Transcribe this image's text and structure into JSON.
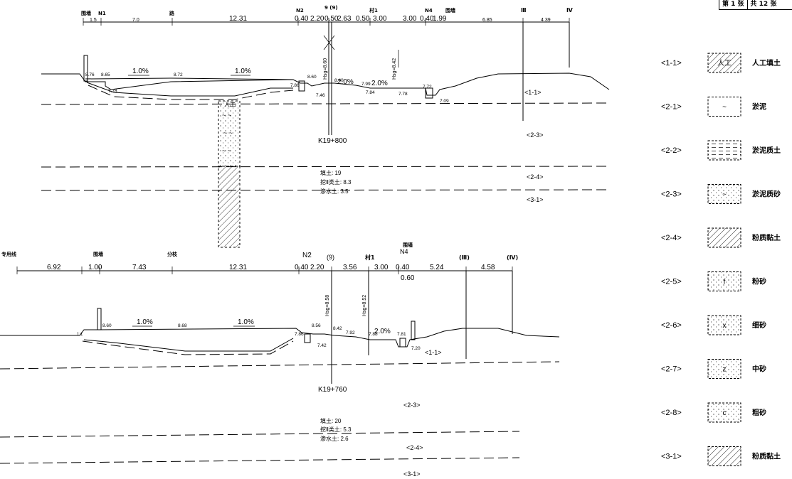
{
  "sheet": {
    "label": "第 1 张",
    "total": "共 12 张"
  },
  "top": {
    "dims": [
      "1.5",
      "7.0",
      "12.31",
      "0.40",
      "2.20",
      "0.50",
      "2.63",
      "0.50",
      "3.00",
      "3.00",
      "0.40",
      "1.99",
      "6.85",
      "4.39"
    ],
    "point_labels": [
      "围墙",
      "N1",
      "路",
      "N2",
      "9 (9)",
      "村1",
      "N4",
      "围墙",
      "Ⅲ",
      "Ⅳ"
    ],
    "elev": [
      "8.76",
      "8.65",
      "8.72",
      "7.78",
      "8.60",
      "7.86",
      "8.40",
      "7.99",
      "2.0%",
      "7.84",
      "7.78",
      "7.72",
      "7.46",
      "7.09"
    ],
    "slope1": "1.0%",
    "slope2": "1.0%",
    "slope3": "2.0%",
    "hsg1": "Hsg=8.60",
    "hsg2": "Hsg=8.42",
    "station": "K19+800",
    "layers": [
      "<1-1>",
      "<2-3>",
      "<2-4>",
      "<3-1>"
    ],
    "fill": "填土: 19",
    "cut": "挖Ⅱ类土: 8.3",
    "water": "渗水土: 3.5",
    "hatch_label": "人工"
  },
  "bottom": {
    "labels": [
      "专用线",
      "围墙",
      "分枝",
      "N2",
      "(9)",
      "村1",
      "围墙",
      "N4",
      "(Ⅲ)",
      "(Ⅳ)"
    ],
    "dims": [
      "6.92",
      "1.00",
      "7.43",
      "12.31",
      "0.40",
      "2.20",
      "3.56",
      "3.00",
      "0.40",
      "0.60",
      "5.24",
      "4.58"
    ],
    "elev": [
      "8.60",
      "8.68",
      "7.86",
      "8.56",
      "8.42",
      "7.92",
      "7.88",
      "7.81",
      "7.42",
      "7.20"
    ],
    "slope1": "1.0%",
    "slope2": "1.0%",
    "slope3": "2.0%",
    "hsg1": "Hsg=8.58",
    "hsg2": "Hsg=8.52",
    "station": "K19+760",
    "layers": [
      "<1-1>",
      "<2-3>",
      "<2-4>",
      "<3-1>"
    ],
    "fill": "填土: 20",
    "cut": "挖Ⅱ类土: 5.3",
    "water": "渗水土: 2.6",
    "small": "1:1"
  },
  "legend": [
    {
      "code": "<1-1>",
      "name": "人工填土",
      "symbol": "人工"
    },
    {
      "code": "<2-1>",
      "name": "淤泥",
      "symbol": "~"
    },
    {
      "code": "<2-2>",
      "name": "淤泥质土",
      "symbol": ""
    },
    {
      "code": "<2-3>",
      "name": "淤泥质砂",
      "symbol": "~"
    },
    {
      "code": "<2-4>",
      "name": "粉质黏土",
      "symbol": ""
    },
    {
      "code": "<2-5>",
      "name": "粉砂",
      "symbol": "f"
    },
    {
      "code": "<2-6>",
      "name": "细砂",
      "symbol": "x"
    },
    {
      "code": "<2-7>",
      "name": "中砂",
      "symbol": "z"
    },
    {
      "code": "<2-8>",
      "name": "粗砂",
      "symbol": "c"
    },
    {
      "code": "<3-1>",
      "name": "粉质黏土",
      "symbol": ""
    }
  ]
}
